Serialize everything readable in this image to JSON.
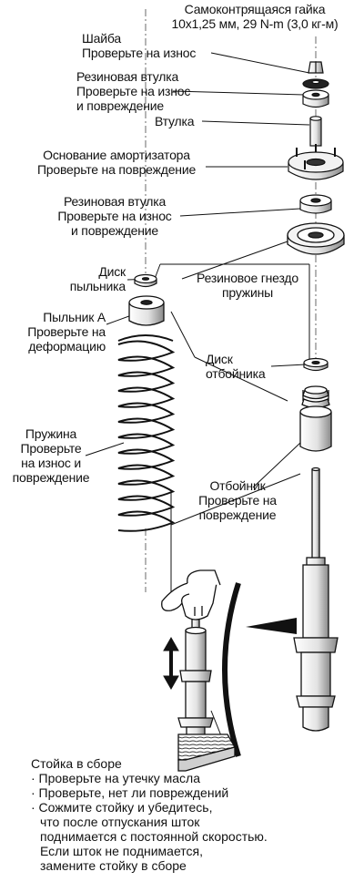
{
  "labels": {
    "nut": "Самоконтрящаяся гайка\n10x1,25 мм, 29 N-m (3,0 кг-м)",
    "washer": "Шайба\nПроверьте на износ",
    "rubber_bushing_top": "Резиновая втулка\nПроверьте на износ\nи повреждение",
    "bushing": "Втулка",
    "mount_base": "Основание амортизатора\nПроверьте на повреждение",
    "rubber_bushing_mid": "Резиновая втулка\nПроверьте на износ\nи повреждение",
    "dust_disc": "Диск\nпыльника",
    "spring_seat": "Резиновое гнездо\nпружины",
    "dust_boot": "Пыльник A\nПроверьте на\nдеформацию",
    "bump_disc": "Диск\nотбойника",
    "spring": "Пружина\nПроверьте\nна износ и\nповреждение",
    "bump_stop": "Отбойник\nПроверьте на\nповреждение"
  },
  "assembly": {
    "title": "Стойка в сборе",
    "checks": [
      "· Проверьте на утечку масла",
      "· Проверьте, нет ли повреждений",
      "· Сожмите стойку и убедитесь,",
      "что после отпускания шток",
      "поднимается с постоянной скоростью.",
      "Если шток не поднимается,",
      "замените стойку в сборе"
    ]
  }
}
